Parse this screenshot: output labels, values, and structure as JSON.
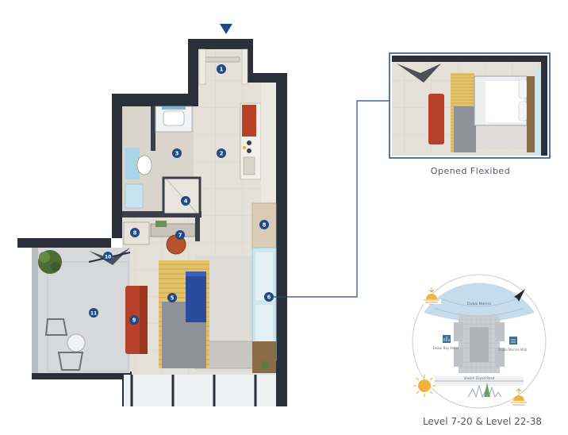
{
  "markers": [
    {
      "id": "1",
      "label": "1"
    },
    {
      "id": "2",
      "label": "2"
    },
    {
      "id": "3",
      "label": "3"
    },
    {
      "id": "4",
      "label": "4"
    },
    {
      "id": "5",
      "label": "5"
    },
    {
      "id": "6",
      "label": "6"
    },
    {
      "id": "7",
      "label": "7"
    },
    {
      "id": "8a",
      "label": "8"
    },
    {
      "id": "8b",
      "label": "8"
    },
    {
      "id": "9",
      "label": "9"
    },
    {
      "id": "10",
      "label": "10"
    },
    {
      "id": "11",
      "label": "11"
    }
  ],
  "inset": {
    "caption": "Opened Flexibed"
  },
  "key_plan": {
    "caption": "Level 7-20 & Level 22-38",
    "labels": {
      "top": "Dubai Marina",
      "left": "Dubai Bay Hotel",
      "right": "Dubai Marina Mall",
      "bottom": "Sheikh Zayed Road"
    }
  },
  "colors": {
    "wall": "#2a2f3a",
    "floor": "#e4ded3",
    "marker": "#1f4a87",
    "accent_red": "#b8412a",
    "accent_blue": "#2c4a9a",
    "leader_line": "#1f4a87",
    "keyplan_water": "#c6dcec"
  }
}
